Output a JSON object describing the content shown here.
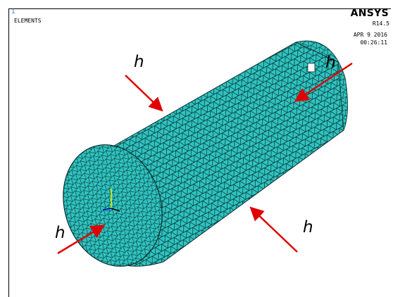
{
  "window": {
    "number": "1",
    "plot_label": "ELEMENTS",
    "brand": "ANSYS",
    "version": "R14.5",
    "date": "APR  9 2016",
    "time": "00:26:11"
  },
  "annotations": {
    "top_left": "h",
    "top_right": "h",
    "bottom_left": "h",
    "bottom_right": "h"
  },
  "colors": {
    "mesh_fill": "#2ec4c1",
    "mesh_lines": "#0a2a2a",
    "arrow": "#e00000",
    "background": "#ffffff"
  }
}
